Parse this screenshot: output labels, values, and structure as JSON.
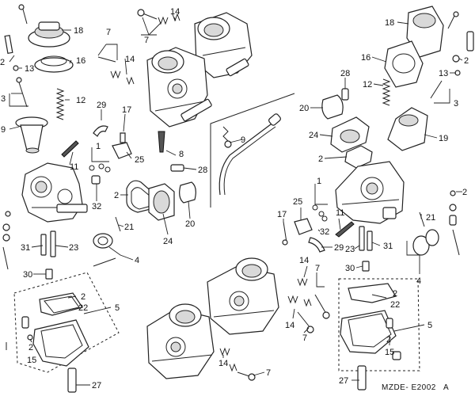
{
  "diagram": {
    "drawing_code": "MZDE- E2002",
    "revision": "A",
    "callouts": [
      {
        "id": "c01",
        "text": "18"
      },
      {
        "id": "c02",
        "text": "2"
      },
      {
        "id": "c03",
        "text": "13"
      },
      {
        "id": "c04",
        "text": "16"
      },
      {
        "id": "c05",
        "text": "3"
      },
      {
        "id": "c06",
        "text": "12"
      },
      {
        "id": "c07",
        "text": "9"
      },
      {
        "id": "c08",
        "text": "11"
      },
      {
        "id": "c09",
        "text": "7"
      },
      {
        "id": "c10",
        "text": "14"
      },
      {
        "id": "c11",
        "text": "7"
      },
      {
        "id": "c12",
        "text": "14"
      },
      {
        "id": "c13",
        "text": "29"
      },
      {
        "id": "c14",
        "text": "17"
      },
      {
        "id": "c15",
        "text": "1"
      },
      {
        "id": "c16",
        "text": "25"
      },
      {
        "id": "c17",
        "text": "32"
      },
      {
        "id": "c18",
        "text": "8"
      },
      {
        "id": "c19",
        "text": "28"
      },
      {
        "id": "c20",
        "text": "2"
      },
      {
        "id": "c21",
        "text": "24"
      },
      {
        "id": "c22",
        "text": "20"
      },
      {
        "id": "c23",
        "text": "21"
      },
      {
        "id": "c24",
        "text": "4"
      },
      {
        "id": "c25",
        "text": "31"
      },
      {
        "id": "c26",
        "text": "23"
      },
      {
        "id": "c27",
        "text": "30"
      },
      {
        "id": "c28",
        "text": "2"
      },
      {
        "id": "c29",
        "text": "22"
      },
      {
        "id": "c30",
        "text": "5"
      },
      {
        "id": "c31",
        "text": "2"
      },
      {
        "id": "c32",
        "text": "15"
      },
      {
        "id": "c33",
        "text": "27"
      },
      {
        "id": "c34",
        "text": "9"
      },
      {
        "id": "c35",
        "text": "18"
      },
      {
        "id": "c36",
        "text": "16"
      },
      {
        "id": "c37",
        "text": "2"
      },
      {
        "id": "c38",
        "text": "13"
      },
      {
        "id": "c39",
        "text": "28"
      },
      {
        "id": "c40",
        "text": "12"
      },
      {
        "id": "c41",
        "text": "3"
      },
      {
        "id": "c42",
        "text": "20"
      },
      {
        "id": "c43",
        "text": "19"
      },
      {
        "id": "c44",
        "text": "24"
      },
      {
        "id": "c45",
        "text": "2"
      },
      {
        "id": "c46",
        "text": "1"
      },
      {
        "id": "c47",
        "text": "2"
      },
      {
        "id": "c48",
        "text": "25"
      },
      {
        "id": "c49",
        "text": "11"
      },
      {
        "id": "c50",
        "text": "17"
      },
      {
        "id": "c51",
        "text": "32"
      },
      {
        "id": "c52",
        "text": "21"
      },
      {
        "id": "c53",
        "text": "23"
      },
      {
        "id": "c54",
        "text": "31"
      },
      {
        "id": "c55",
        "text": "29"
      },
      {
        "id": "c56",
        "text": "30"
      },
      {
        "id": "c57",
        "text": "4"
      },
      {
        "id": "c58",
        "text": "14"
      },
      {
        "id": "c59",
        "text": "7"
      },
      {
        "id": "c60",
        "text": "14"
      },
      {
        "id": "c61",
        "text": "7"
      },
      {
        "id": "c62",
        "text": "2"
      },
      {
        "id": "c63",
        "text": "22"
      },
      {
        "id": "c64",
        "text": "5"
      },
      {
        "id": "c65",
        "text": "2"
      },
      {
        "id": "c66",
        "text": "15"
      },
      {
        "id": "c67",
        "text": "27"
      },
      {
        "id": "c68",
        "text": "14"
      },
      {
        "id": "c69",
        "text": "7"
      }
    ]
  }
}
